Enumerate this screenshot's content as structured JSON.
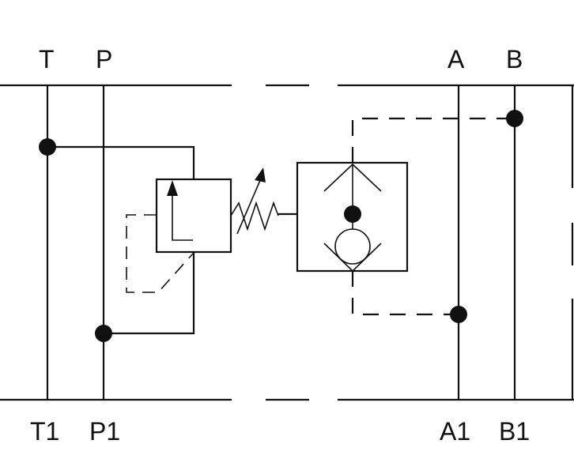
{
  "ports": {
    "top": {
      "T": "T",
      "P": "P",
      "A": "A",
      "B": "B"
    },
    "bottom": {
      "T1": "T1",
      "P1": "P1",
      "A1": "A1",
      "B1": "B1"
    }
  },
  "colors": {
    "stroke": "#111111",
    "background": "#ffffff"
  },
  "components": {
    "relief_valve": {
      "type": "pressure-relief-valve",
      "spring": "adjustable"
    },
    "check_valve": {
      "type": "pilot-operated-check-valve"
    }
  }
}
